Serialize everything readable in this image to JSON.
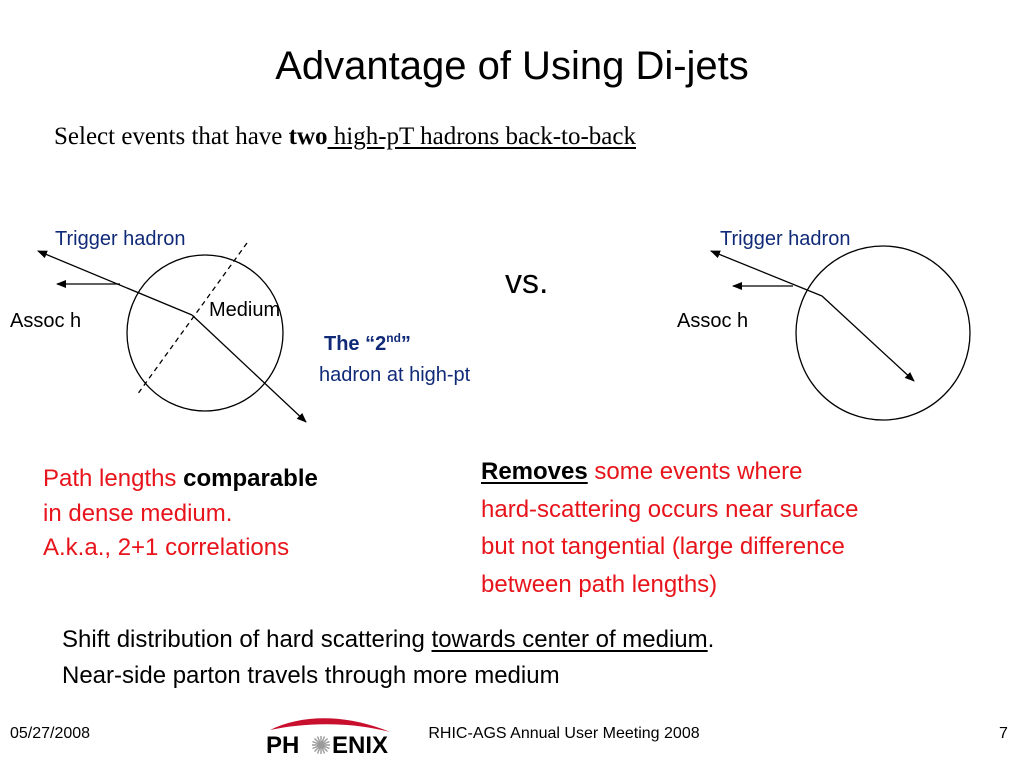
{
  "title": "Advantage of Using Di-jets",
  "subtitle": {
    "prefix": "Select events that have ",
    "bold": "two",
    "underlined": " high-pT hadrons back-to-back"
  },
  "left_diagram": {
    "trigger_label": "Trigger hadron",
    "assoc_label": "Assoc h",
    "medium_label": "Medium"
  },
  "vs_label": "vs.",
  "second_hadron": {
    "title_prefix": "The “2",
    "title_sup": "nd",
    "title_suffix": "”",
    "subtitle": "hadron at high-pt"
  },
  "right_diagram": {
    "trigger_label": "Trigger hadron",
    "assoc_label": "Assoc h"
  },
  "left_text": {
    "line1_prefix": "Path lengths ",
    "line1_bold": "comparable",
    "line2": "in dense medium.",
    "line3": "A.k.a., 2+1 correlations"
  },
  "right_text": {
    "line1_bold": "Removes",
    "line1_rest": " some events where",
    "line2": "hard-scattering occurs near surface",
    "line3": "but not tangential (large difference",
    "line4": "between path lengths)"
  },
  "bottom_text": {
    "line1_prefix": "Shift distribution of hard scattering ",
    "line1_underlined": "towards center of medium",
    "line1_suffix": ".",
    "line2": "Near-side parton travels through more medium"
  },
  "footer": {
    "date": "05/27/2008",
    "meeting": "RHIC-AGS Annual User Meeting 2008",
    "page": "7",
    "logo_left": "PH",
    "logo_right": "ENIX"
  },
  "colors": {
    "navy": "#102a78",
    "red": "#e8141b",
    "logo_red": "#c8102e"
  }
}
